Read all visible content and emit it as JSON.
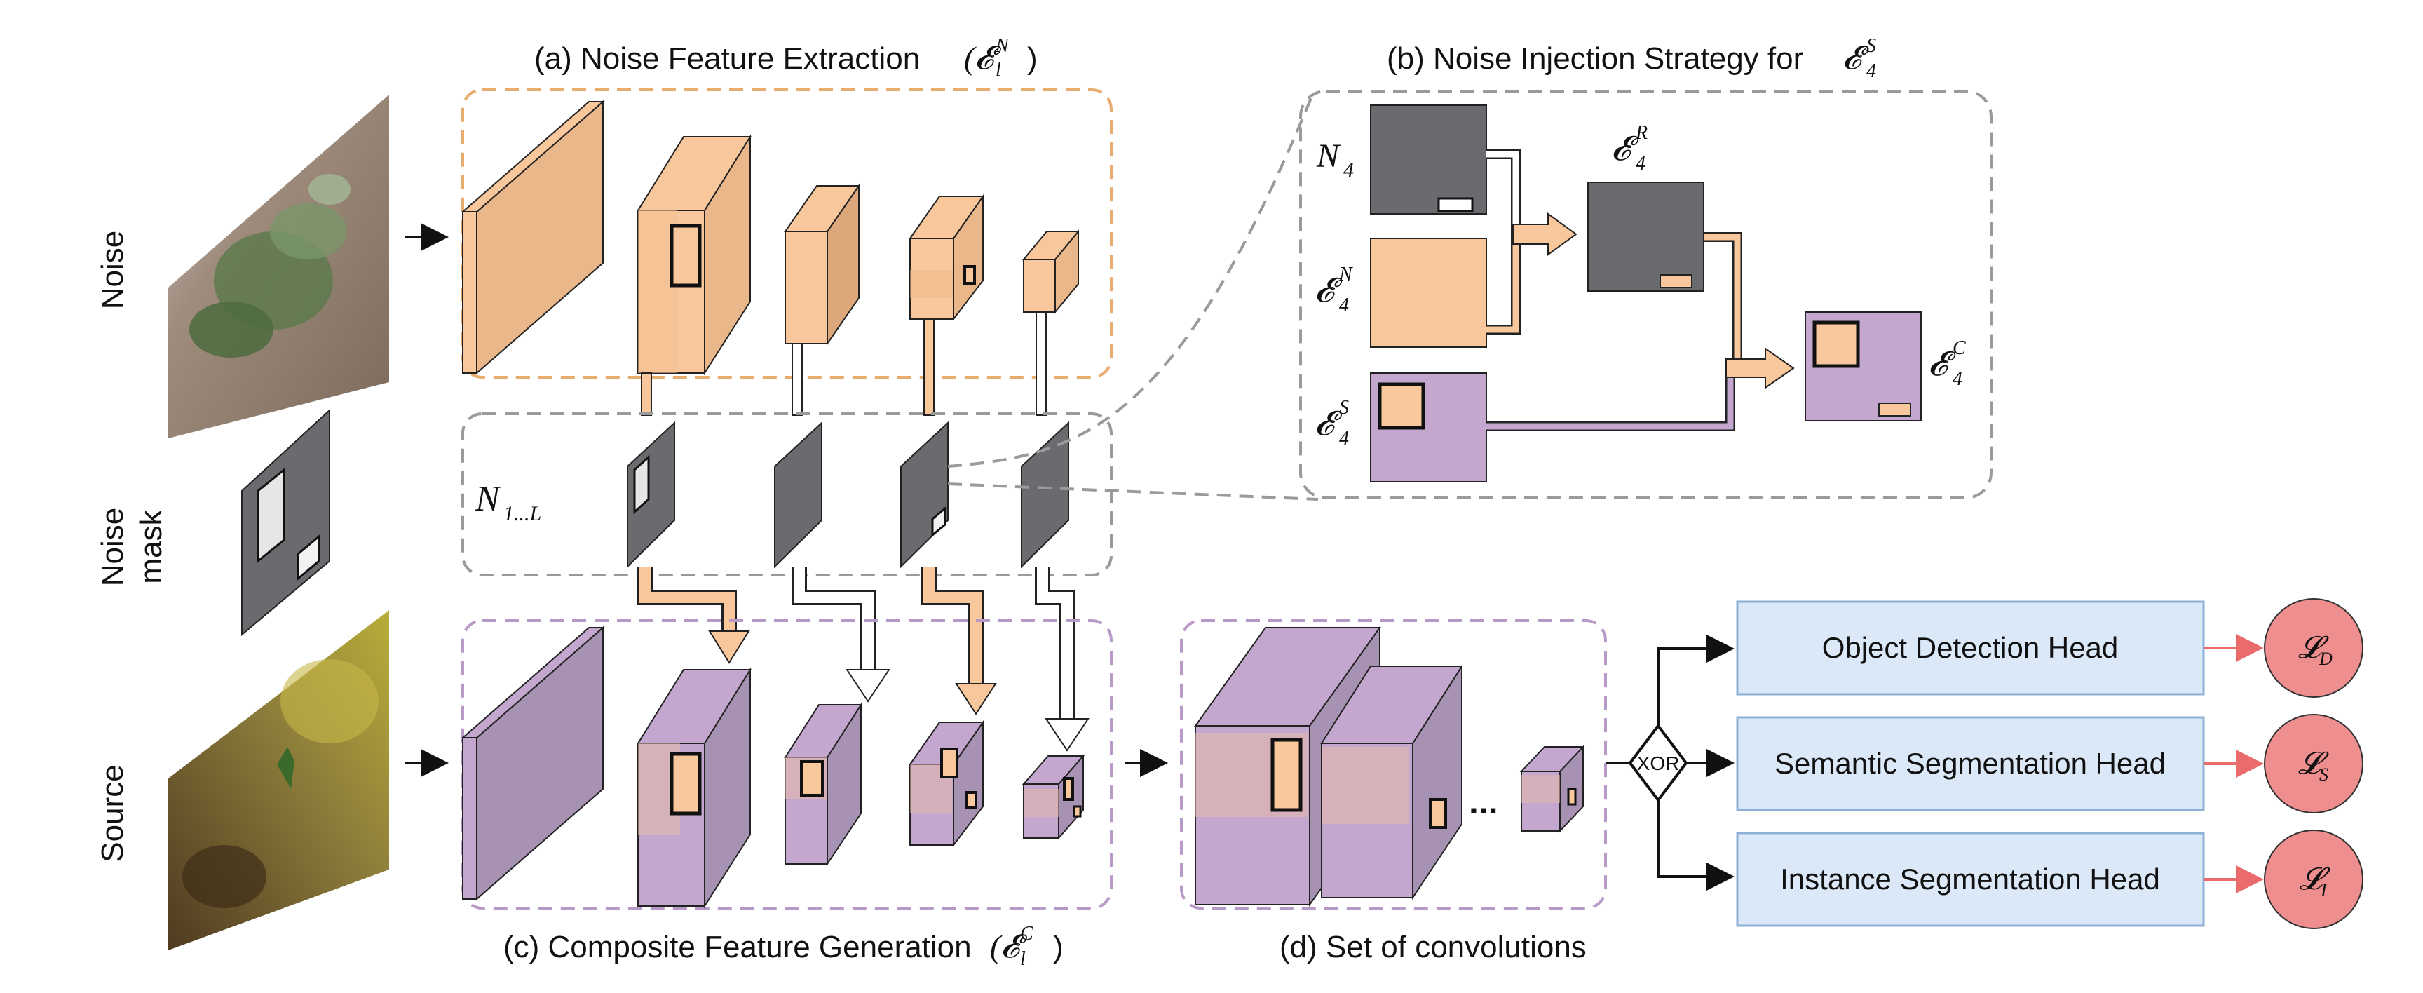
{
  "colors": {
    "orange_face": "#f8c79b",
    "orange_side": "#eab78a",
    "orange_dark": "#d9a77b",
    "purple_face": "#c3a7cf",
    "purple_side": "#a892b4",
    "purple_dark": "#9a83a6",
    "mask_gray": "#6b6b6f",
    "head_fill": "#dbe8f7",
    "head_border": "#8fb0d6",
    "loss_fill": "#ef8e8e",
    "loss_arrow": "#e96b6b",
    "box_orange": "#e7ad6f",
    "box_gray": "#9a9a9a",
    "box_purple": "#b89ac9"
  },
  "labels": {
    "noise": "Noise",
    "noise_mask_1": "Noise",
    "noise_mask_2": "mask",
    "source": "Source",
    "panel_a": "(a) Noise Feature Extraction",
    "panel_a_math": "(𝓔",
    "panel_a_sup": "N",
    "panel_a_sub": "l",
    "panel_a_close": ")",
    "panel_b": "(b) Noise Injection Strategy for",
    "panel_b_math": "𝓔",
    "panel_b_sup": "S",
    "panel_b_sub": "4",
    "panel_c": "(c) Composite Feature Generation",
    "panel_c_math": "(𝓔",
    "panel_c_sup": "C",
    "panel_c_sub": "l",
    "panel_c_close": ")",
    "panel_d": "(d) Set of convolutions",
    "n_range": "N",
    "n_range_sub": "1...L",
    "n4": "N",
    "n4_sub": "4",
    "e4n": "𝓔",
    "e4n_sup": "N",
    "e4n_sub": "4",
    "e4s": "𝓔",
    "e4s_sup": "S",
    "e4s_sub": "4",
    "e4r": "𝓔",
    "e4r_sup": "R",
    "e4r_sub": "4",
    "e4c": "𝓔",
    "e4c_sup": "C",
    "e4c_sub": "4",
    "ellipsis": "...",
    "xor": "XOR"
  },
  "heads": [
    {
      "label": "Object Detection Head",
      "loss": "𝓛",
      "loss_sub": "D"
    },
    {
      "label": "Semantic Segmentation Head",
      "loss": "𝓛",
      "loss_sub": "S"
    },
    {
      "label": "Instance Segmentation Head",
      "loss": "𝓛",
      "loss_sub": "I"
    }
  ]
}
